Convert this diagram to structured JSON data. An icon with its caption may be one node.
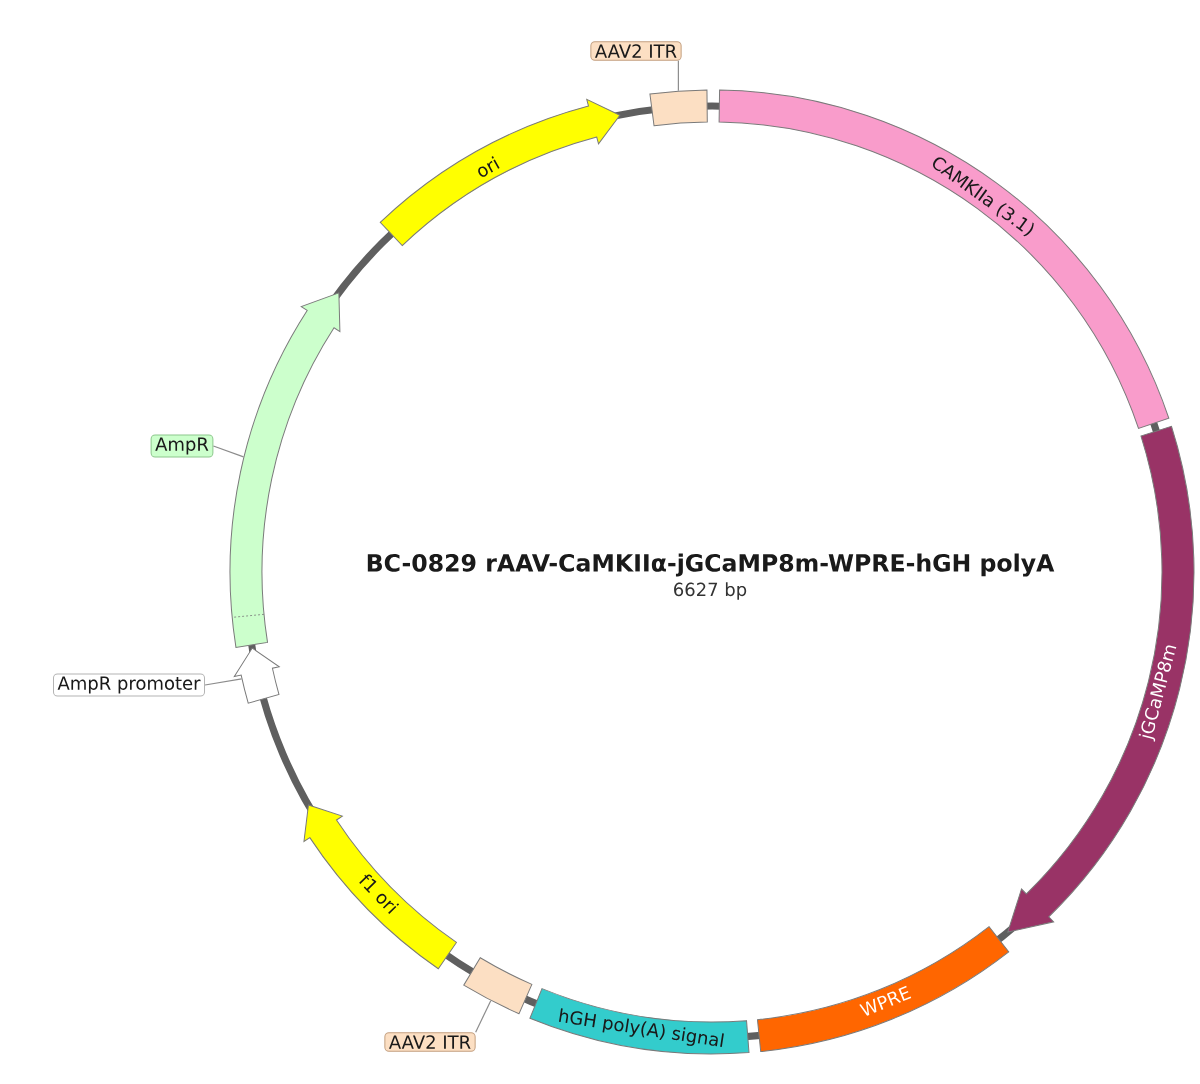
{
  "diagram": {
    "title": "BC-0829 rAAV-CaMKIIα-jGCaMP8m-WPRE-hGH polyA",
    "nodes": [
      {
        "text": [
          "AAV2 ITR"
        ]
      },
      {
        "text": [],
        "shape": "box"
      },
      {
        "text": [
          "ori"
        ]
      },
      {
        "text": [
          "CAMKIIa (3.1)"
        ]
      },
      {
        "text": [
          "AmpR"
        ]
      },
      {
        "text": [],
        "shape": "arrow"
      },
      {
        "text": [
          "jGCaMP8m"
        ]
      },
      {
        "text": [
          "AmpR promoter"
        ]
      },
      {
        "text": [],
        "shape": "arrow"
      },
      {
        "text": [
          "f1 ori"
        ]
      },
      {
        "text": [
          "WPRE"
        ]
      },
      {
        "text": [],
        "shape": "box"
      },
      {
        "text": [
          "hGH poly(A) signal"
        ]
      },
      {
        "text": [
          "AAV2 ITR"
        ]
      }
    ],
    "edges": [
      {
        "from": 0,
        "to": 1,
        "arrow": "none"
      },
      {
        "from": 4,
        "to": 5,
        "arrow": "none"
      },
      {
        "from": 7,
        "to": 8,
        "arrow": "none"
      },
      {
        "from": 13,
        "to": 11,
        "arrow": "none"
      }
    ],
    "labels": [
      "6627 bp"
    ]
  }
}
